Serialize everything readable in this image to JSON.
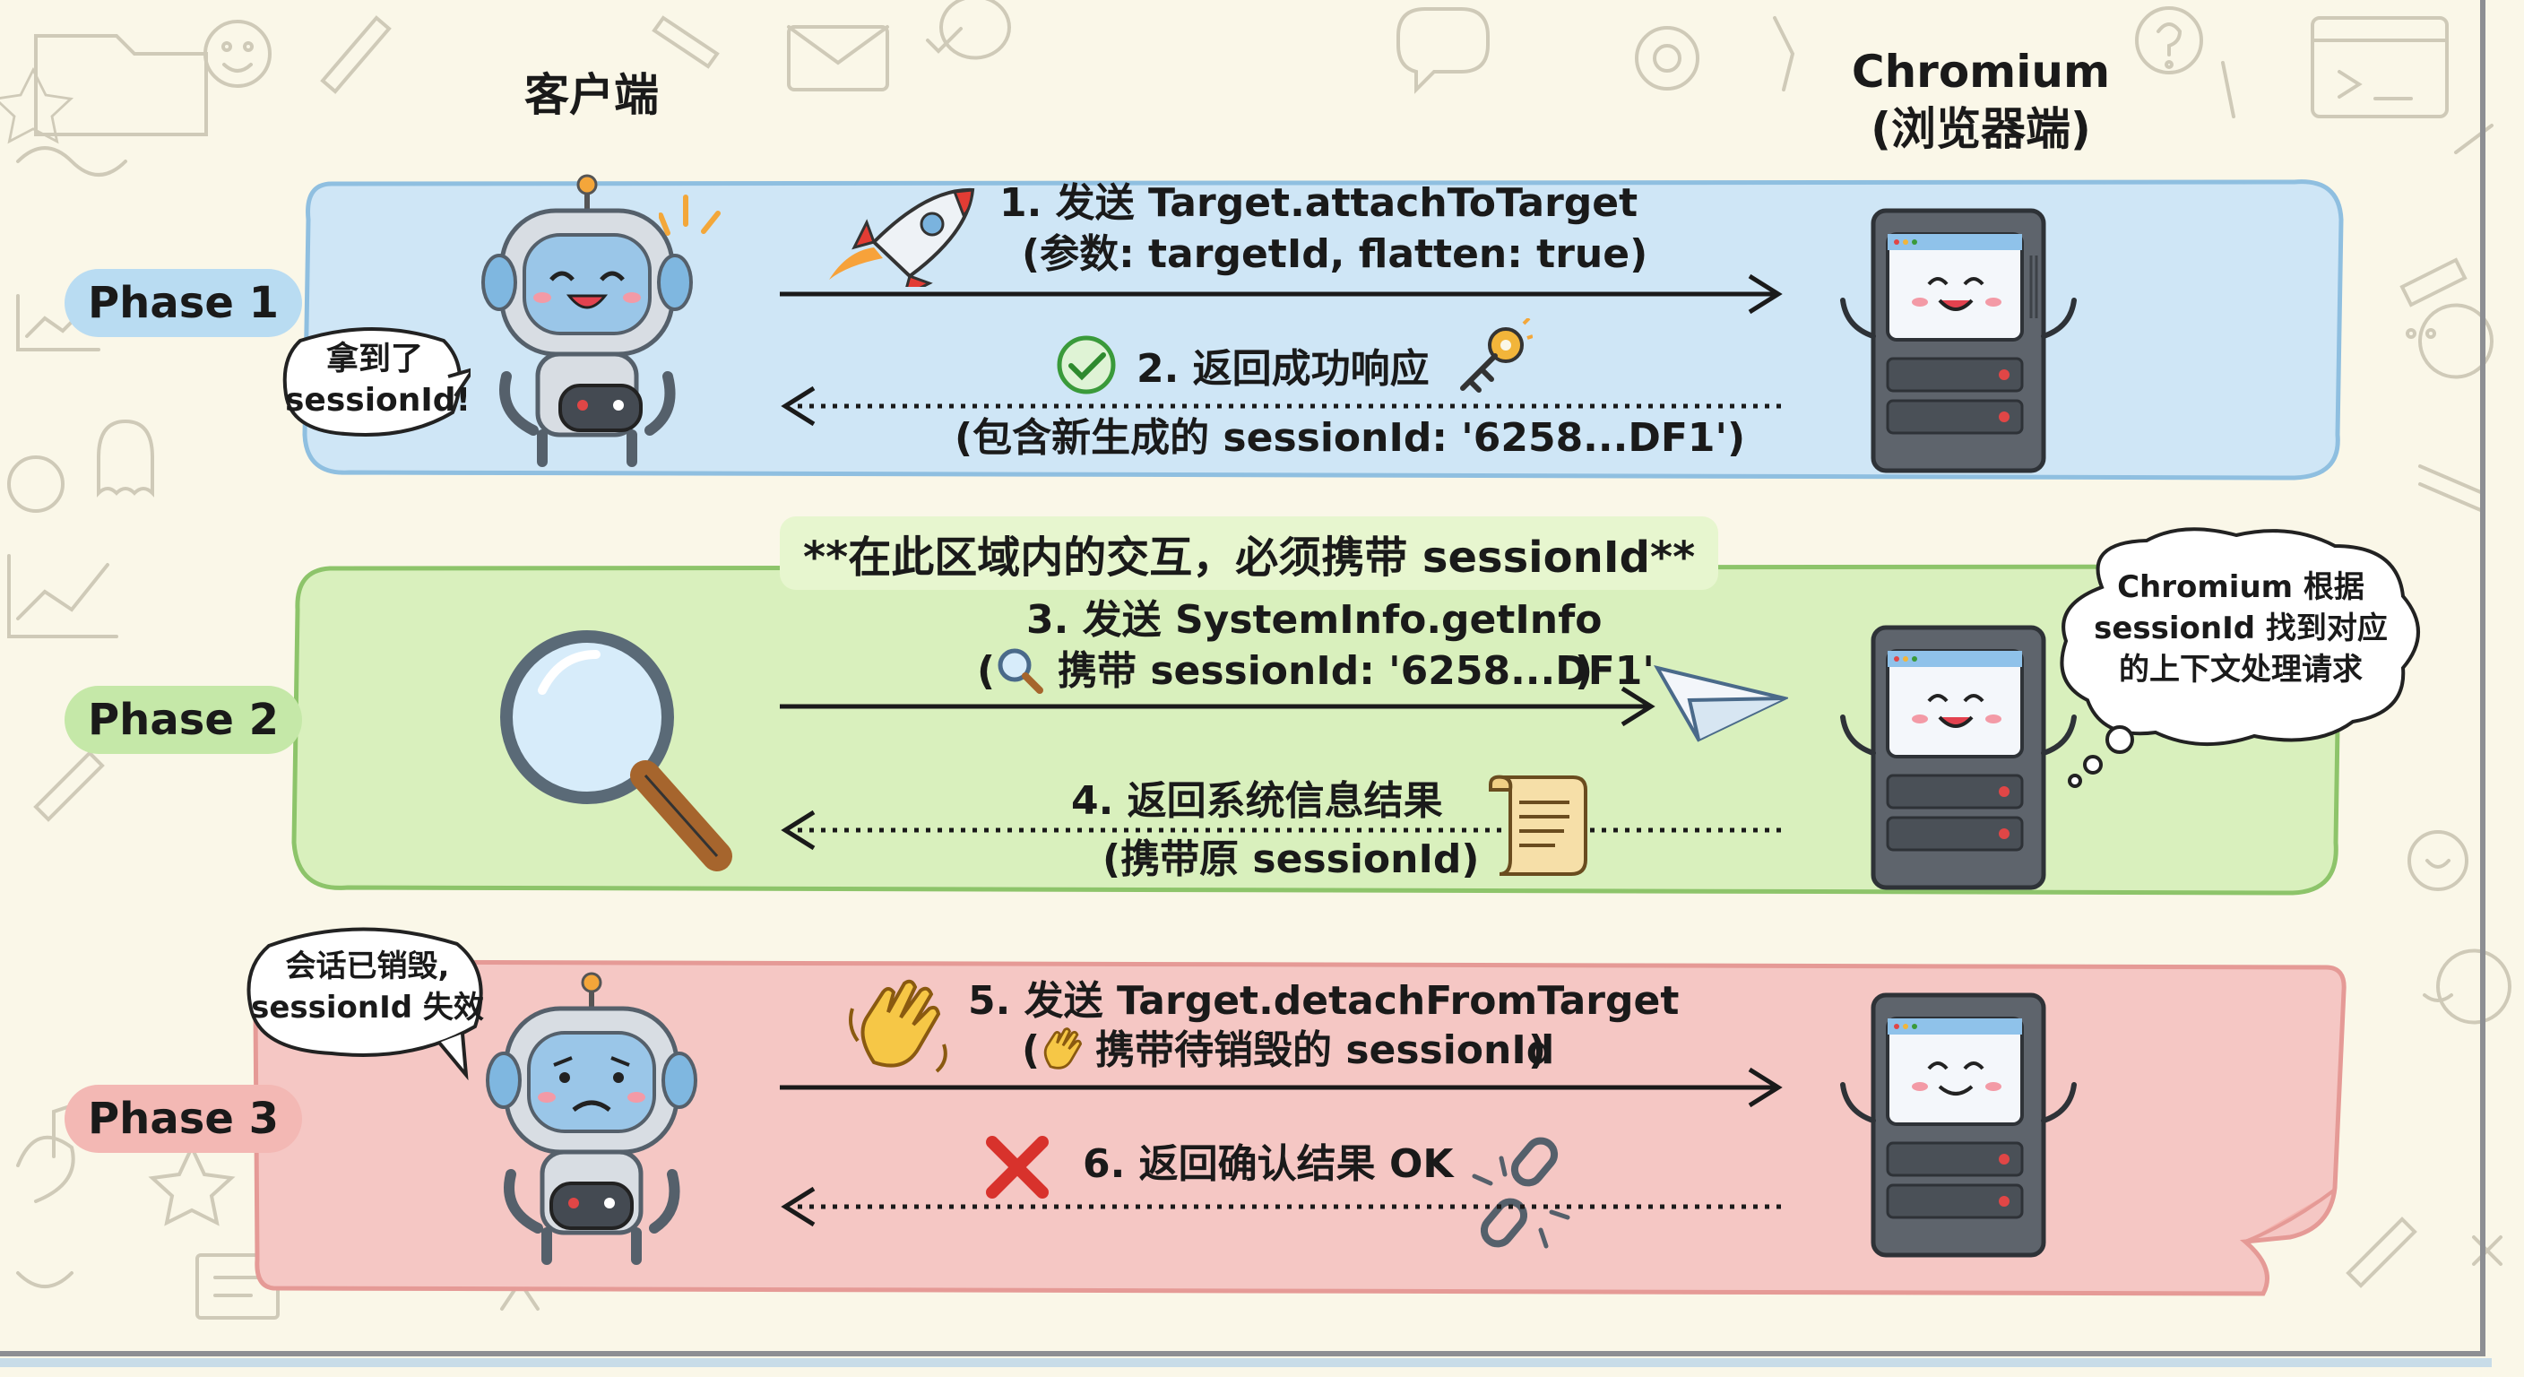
{
  "headers": {
    "client": "客户端",
    "server": "Chromium\n(浏览器端)"
  },
  "phases": [
    {
      "label": "Phase 1"
    },
    {
      "label": "Phase 2"
    },
    {
      "label": "Phase 3"
    }
  ],
  "banner": "**在此区域内的交互，必须携带 sessionId**",
  "messages": {
    "m1": {
      "line1": "1. 发送 Target.attachToTarget",
      "line2": "(参数: targetId, flatten: true)"
    },
    "m2": {
      "line1": "2. 返回成功响应",
      "line2": "(包含新生成的 sessionId: '6258...DF1')"
    },
    "m3": {
      "line1": "3. 发送 SystemInfo.getInfo",
      "line2": "携带 sessionId: '6258...DF1'"
    },
    "m4": {
      "line1": "4. 返回系统信息结果",
      "line2": "(携带原 sessionId)"
    },
    "m5": {
      "line1": "5. 发送 Target.detachFromTarget",
      "line2": "携带待销毁的 sessionId"
    },
    "m6": {
      "line1": "6. 返回确认结果 OK"
    }
  },
  "bubbles": {
    "got_session": "拿到了\nsessionId!",
    "chromium_think": "Chromium 根据\nsessionId 找到对应\n的上下文处理请求",
    "destroyed": "会话已销毁,\nsessionId 失效"
  },
  "colors": {
    "phase1_band": "#cfe6f6",
    "phase2_band": "#d9f0bd",
    "phase3_band": "#f5c7c4",
    "phase1_tag": "#b9dcf2",
    "phase2_tag": "#c5e8a8",
    "phase3_tag": "#f3b8b4"
  }
}
